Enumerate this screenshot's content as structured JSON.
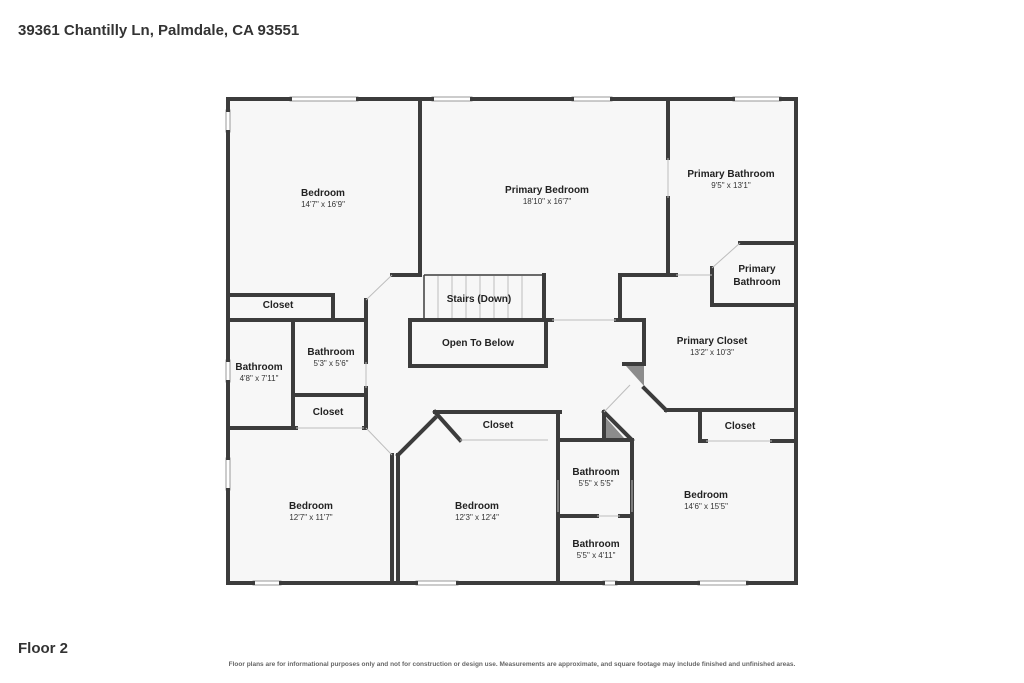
{
  "header": {
    "address": "39361 Chantilly Ln, Palmdale, CA 93551"
  },
  "footer": {
    "floor_label": "Floor 2",
    "disclaimer": "Floor plans are for informational purposes only and not for construction or design use. Measurements are approximate, and square footage may include finished and unfinished areas."
  },
  "colors": {
    "wall": "#3c3c3c",
    "floor": "#f7f7f7",
    "window": "#ffffff",
    "text": "#222222"
  },
  "rooms": {
    "bedroom_nw": {
      "name": "Bedroom",
      "dims": "14'7\" x 16'9\""
    },
    "closet_nw": {
      "name": "Closet"
    },
    "bathroom_w": {
      "name": "Bathroom",
      "dims": "4'8\" x 7'11\""
    },
    "bathroom_mid_w": {
      "name": "Bathroom",
      "dims": "5'3\" x 5'6\""
    },
    "closet_mid_w": {
      "name": "Closet"
    },
    "bedroom_sw": {
      "name": "Bedroom",
      "dims": "12'7\" x 11'7\""
    },
    "stairs": {
      "name": "Stairs (Down)"
    },
    "open_below": {
      "name": "Open To Below"
    },
    "primary_bedroom": {
      "name": "Primary Bedroom",
      "dims": "18'10\" x 16'7\""
    },
    "primary_bathroom": {
      "name": "Primary Bathroom",
      "dims": "9'5\" x 13'1\""
    },
    "primary_bathroom_small": {
      "line1": "Primary",
      "line2": "Bathroom"
    },
    "primary_closet": {
      "name": "Primary Closet",
      "dims": "13'2\" x 10'3\""
    },
    "closet_center": {
      "name": "Closet"
    },
    "bedroom_center": {
      "name": "Bedroom",
      "dims": "12'3\" x 12'4\""
    },
    "bathroom_center_top": {
      "name": "Bathroom",
      "dims": "5'5\" x 5'5\""
    },
    "bathroom_center_bottom": {
      "name": "Bathroom",
      "dims": "5'5\" x 4'11\""
    },
    "closet_se": {
      "name": "Closet"
    },
    "bedroom_se": {
      "name": "Bedroom",
      "dims": "14'6\" x 15'5\""
    }
  }
}
